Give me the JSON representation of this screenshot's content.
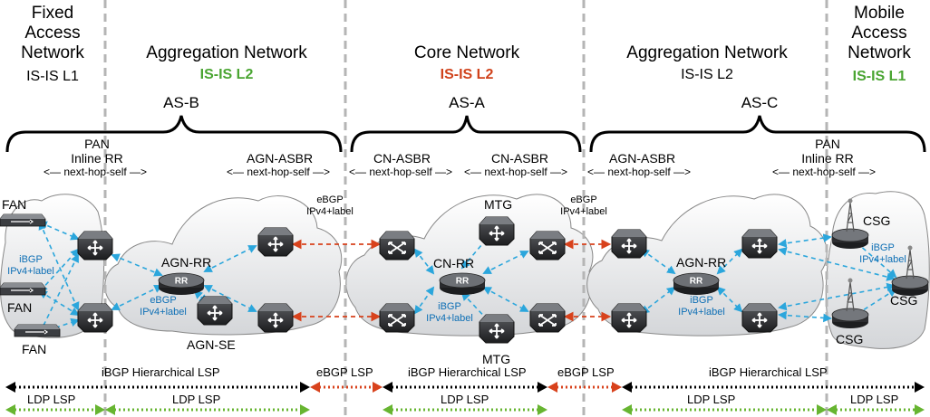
{
  "regions": {
    "fixed_access": {
      "title": "Fixed Access Network",
      "protocol": "IS-IS L1"
    },
    "agg_left": {
      "title": "Aggregation Network",
      "protocol": "IS-IS L2"
    },
    "core": {
      "title": "Core Network",
      "protocol": "IS-IS L2"
    },
    "agg_right": {
      "title": "Aggregation Network",
      "protocol": "IS-IS L2"
    },
    "mobile_access": {
      "title": "Mobile Access Network",
      "protocol": "IS-IS L1"
    }
  },
  "autonomous_systems": {
    "left": "AS-B",
    "core": "AS-A",
    "right": "AS-C"
  },
  "roles": {
    "pan_left": "PAN\nInline RR",
    "agn_asbr_left": "AGN-ASBR",
    "cn_asbr_left": "CN-ASBR",
    "cn_asbr_right": "CN-ASBR",
    "agn_asbr_right": "AGN-ASBR",
    "pan_right": "PAN\nInline RR",
    "next_hop_self": "<— next-hop-self —>"
  },
  "devices": {
    "fan": "FAN",
    "agn_rr": "AGN-RR",
    "agn_se": "AGN-SE",
    "cn_rr": "CN-RR",
    "mtg": "MTG",
    "csg": "CSG",
    "rr_badge": "RR"
  },
  "sessions": {
    "ibgp_label": "iBGP\nIPv4+label",
    "ebgp_label": "eBGP\nIPv4+label"
  },
  "lsp": {
    "ibgp_hier": "iBGP Hierarchical LSP",
    "ebgp": "eBGP LSP",
    "ldp": "LDP LSP"
  },
  "colors": {
    "ibgp_session": "#2ba6dc",
    "ebgp_session": "#d8421c",
    "ldp_lsp": "#67b531",
    "hier_lsp": "#000000",
    "green_label": "#4aa532",
    "red_label": "#d0421b"
  }
}
